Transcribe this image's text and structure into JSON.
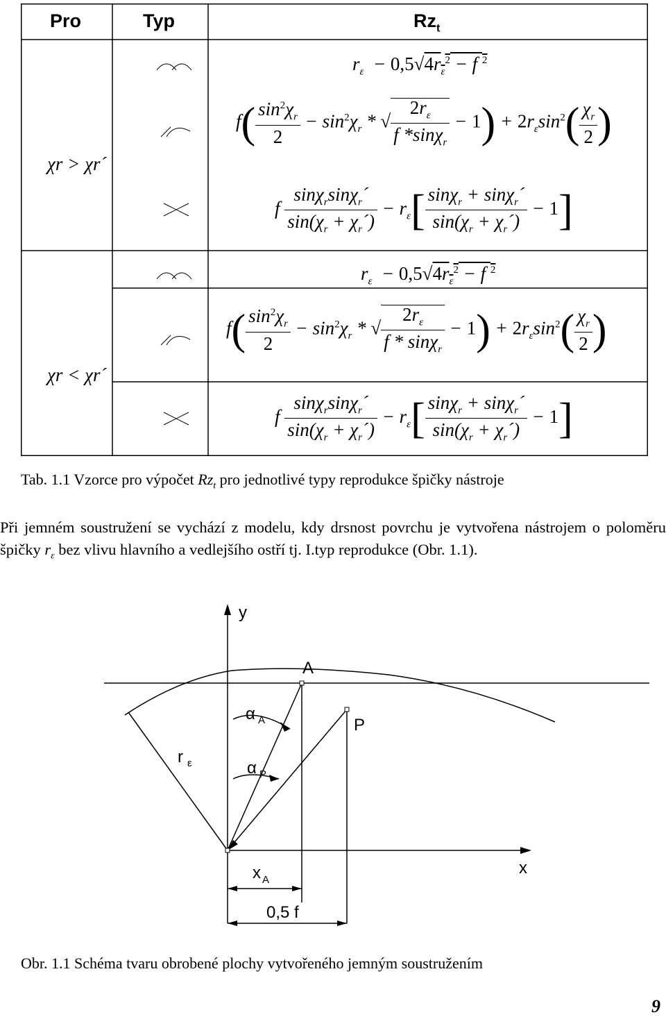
{
  "table": {
    "headers": [
      "Pro",
      "Typ",
      "Rz"
    ],
    "header_sub": "t",
    "group1_label": "χr > χr´",
    "group2_label": "χr < χr´",
    "rows": [
      {
        "type_icon": "arc-double-icon",
        "formula": "rε − 0,5·√(4rε² − f²)"
      },
      {
        "type_icon": "arc-single-icon",
        "formula": "f·(sin²χr/2 − sin²χr · √(2rε/(f·sinχr) − 1)) + 2rε·sin²(χr/2)"
      },
      {
        "type_icon": "cross-icon",
        "formula": "f·sinχr·sinχr´/sin(χr + χr´) − rε·[(sinχr + sinχr´)/sin(χr + χr´) − 1]"
      },
      {
        "type_icon": "arc-double-icon",
        "formula": "rε − 0,5·√(4rε² − f²)"
      },
      {
        "type_icon": "arc-single-icon",
        "formula": "f·(sin²χr/2 − sin²χr · √(2rε/(f·sinχr) − 1)) + 2rε·sin²(χr/2)"
      },
      {
        "type_icon": "cross-icon",
        "formula": "f·sinχr·sinχr´/sin(χr + χr´) − rε·[(sinχr + sinχr´)/sin(χr + χr´) − 1]"
      }
    ]
  },
  "caption1": {
    "prefix": "Tab. 1.1 Vzorce pro výpočet ",
    "symbol": "Rz",
    "symbol_sub": "t",
    "suffix": " pro jednotlivé typy reprodukce špičky nástroje"
  },
  "paragraph": {
    "part1": "Při jemném soustružení se vychází z modelu, kdy drsnost povrchu je vytvořena nástrojem o poloměru špičky ",
    "symbol": "r",
    "symbol_sub": "ε",
    "part2": " bez vlivu hlavního a vedlejšího ostří tj. I.typ reprodukce (Obr. 1.1)."
  },
  "figure": {
    "labels": {
      "y_axis": "y",
      "x_axis": "x",
      "point_A": "A",
      "point_P": "P",
      "radius": "r",
      "radius_sub": "ε",
      "alpha": "α",
      "alpha_A_sub": "A",
      "alpha_P_sub": "P",
      "xA": "x",
      "xA_sub": "A",
      "half_f": "0,5 f"
    }
  },
  "caption2": "Obr. 1.1 Schéma tvaru obrobené plochy vytvořeného jemným soustružením",
  "page_number": "9"
}
